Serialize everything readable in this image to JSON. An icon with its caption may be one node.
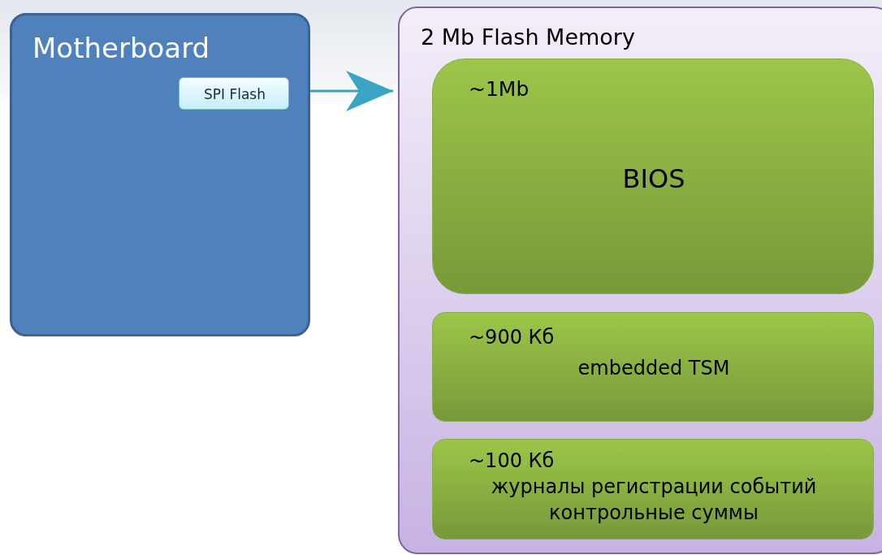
{
  "diagram": {
    "nodes": [
      {
        "text": [
          "Motherboard"
        ]
      },
      {
        "text": [
          "SPI Flash"
        ],
        "in": 0
      },
      {
        "text": [
          "2 Mb Flash Memory"
        ]
      },
      {
        "text": [
          "~1Mb",
          "BIOS"
        ],
        "in": 2
      },
      {
        "text": [
          "~900 Кб",
          "embedded TSM"
        ],
        "in": 2
      },
      {
        "text": [
          "~100 Кб",
          "журналы регистрации событий контрольные суммы"
        ],
        "in": 2
      }
    ],
    "edges": [
      {
        "from": 0,
        "to": 2,
        "arrow": "to"
      }
    ]
  }
}
